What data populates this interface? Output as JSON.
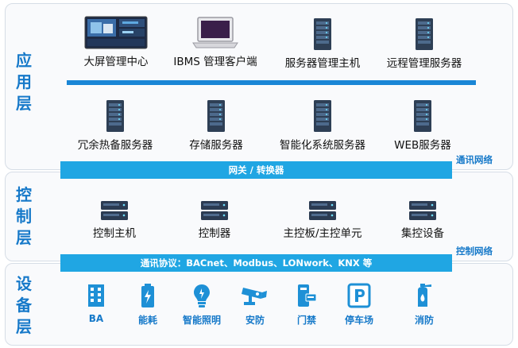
{
  "layers": {
    "application": "应用层",
    "control": "控制层",
    "device": "设备层"
  },
  "application_row1": [
    {
      "label": "大屏管理中心",
      "icon": "monitor-screen-icon"
    },
    {
      "label": "IBMS 管理客户端",
      "icon": "laptop-icon"
    },
    {
      "label": "服务器管理主机",
      "icon": "server-tower-icon"
    },
    {
      "label": "远程管理服务器",
      "icon": "server-tower-icon"
    }
  ],
  "application_row2": [
    {
      "label": "冗余热备服务器",
      "icon": "server-tower-icon"
    },
    {
      "label": "存储服务器",
      "icon": "server-tower-icon"
    },
    {
      "label": "智能化系统服务器",
      "icon": "server-tower-icon"
    },
    {
      "label": "WEB服务器",
      "icon": "server-tower-icon"
    }
  ],
  "gateway_bar": "网关 / 转换器",
  "comm_network_label": "通讯网络",
  "control_items": [
    {
      "label": "控制主机",
      "icon": "rack-server-icon"
    },
    {
      "label": "控制器",
      "icon": "rack-server-icon"
    },
    {
      "label": "主控板/主控单元",
      "icon": "rack-server-icon"
    },
    {
      "label": "集控设备",
      "icon": "rack-server-icon"
    }
  ],
  "protocol_bar": "通讯协议：BACnet、Modbus、LONwork、KNX 等",
  "control_network_label": "控制网络",
  "device_items": [
    {
      "label": "BA",
      "icon": "building-icon"
    },
    {
      "label": "能耗",
      "icon": "battery-icon"
    },
    {
      "label": "智能照明",
      "icon": "lightbulb-icon"
    },
    {
      "label": "安防",
      "icon": "cctv-camera-icon"
    },
    {
      "label": "门禁",
      "icon": "access-card-icon"
    },
    {
      "label": "停车场",
      "icon": "parking-icon"
    },
    {
      "label": "消防",
      "icon": "fire-extinguisher-icon"
    }
  ]
}
